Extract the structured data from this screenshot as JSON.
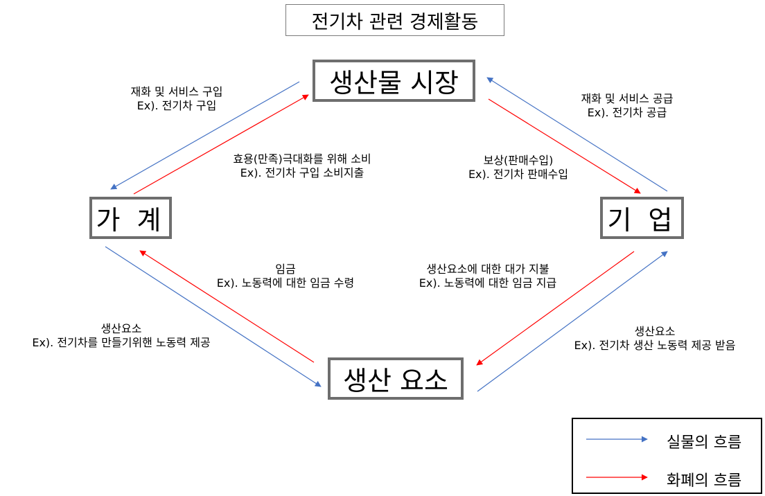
{
  "title": "전기차 관련 경제활동",
  "nodes": {
    "market": "생산물 시장",
    "household": "가 계",
    "firm": "기 업",
    "factor": "생산 요소"
  },
  "labels": {
    "market_to_household": [
      "재화 및 서비스 구입",
      "Ex). 전기차 구입"
    ],
    "household_to_market": [
      "효용(만족)극대화를 위해 소비",
      "Ex). 전기차 구입 소비지출"
    ],
    "firm_to_market": [
      "재화 및 서비스 공급",
      "Ex). 전기차 공급"
    ],
    "market_to_firm": [
      "보상(판매수입)",
      "Ex). 전기차 판매수입"
    ],
    "factor_to_household": [
      "임금",
      "Ex). 노동력에 대한 임금 수령"
    ],
    "firm_to_factor": [
      "생산요소에 대한 대가 지불",
      "Ex). 노동력에 대한 임금 지급"
    ],
    "household_to_factor": [
      "생산요소",
      "Ex). 전기차를 만들기위핸 노동력 제공"
    ],
    "factor_to_firm": [
      "생산요소",
      "Ex). 전기차 생산 노동력 제공 받음"
    ]
  },
  "legend": {
    "real_flow": "실물의 흐름",
    "money_flow": "화폐의 흐름"
  },
  "colors": {
    "real_flow": "#4472C4",
    "money_flow": "#FF0000",
    "node_border": "#6E6E6E"
  }
}
